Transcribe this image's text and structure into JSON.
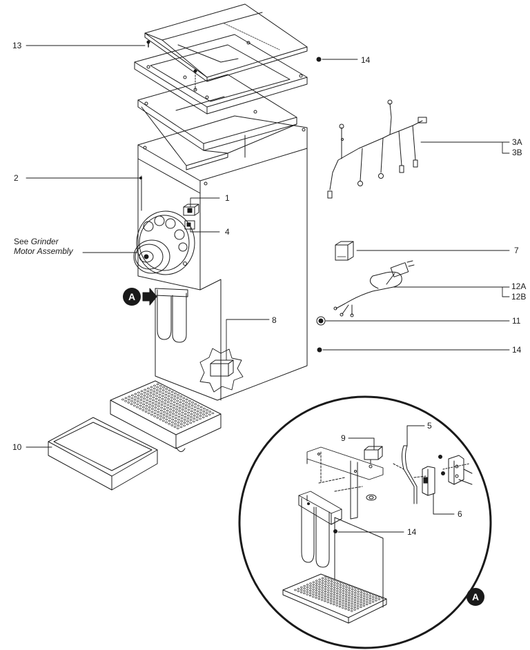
{
  "labels": {
    "p1": "1",
    "p2": "2",
    "p3a": "3A",
    "p3b": "3B",
    "p4": "4",
    "p5": "5",
    "p6": "6",
    "p7": "7",
    "p8": "8",
    "p9": "9",
    "p10": "10",
    "p11": "11",
    "p12a": "12A",
    "p12b": "12B",
    "p13": "13",
    "p14_top": "14",
    "p14_side": "14",
    "p14_detail": "14"
  },
  "note": {
    "line1_prefix": "See ",
    "line1_italic": "Grinder",
    "line2": "Motor Assembly"
  },
  "callouts": {
    "main_marker": "A",
    "detail_marker": "A"
  }
}
